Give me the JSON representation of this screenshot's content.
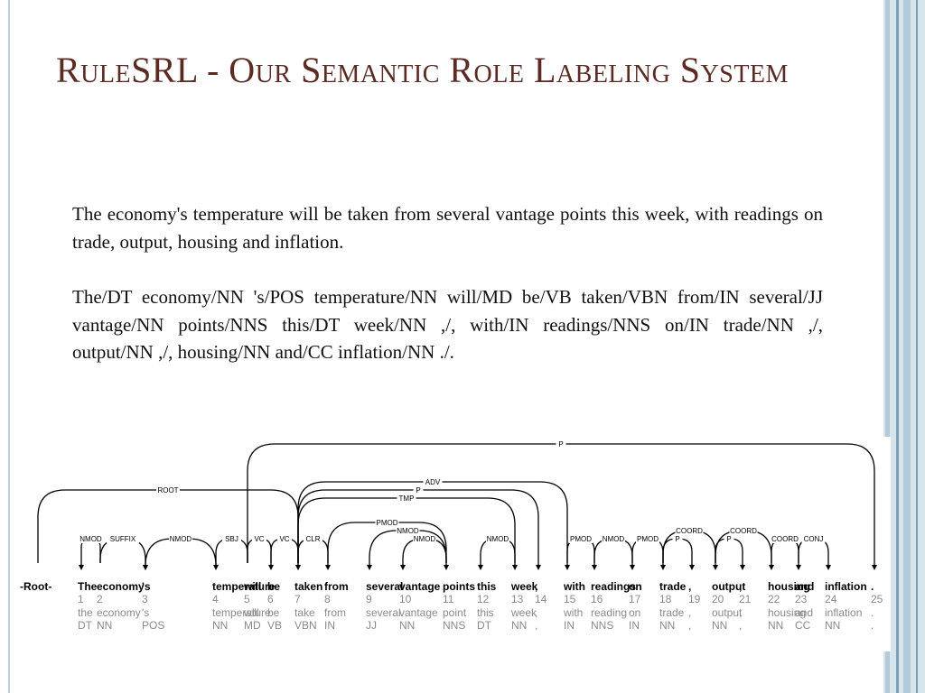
{
  "title": "RuleSRL - Our Semantic Role Labeling System",
  "sentence": "The economy's temperature will be taken from several vantage points this week, with readings on trade, output, housing and inflation.",
  "tagged": "The/DT economy/NN 's/POS temperature/NN will/MD be/VB taken/VBN from/IN several/JJ vantage/NN points/NNS this/DT week/NN ,/, with/IN readings/NNS on/IN trade/NN ,/, output/NN ,/, housing/NN and/CC inflation/NN ./.",
  "tokens": [
    {
      "id": "1",
      "word": "The",
      "lemma": "the",
      "pos": "DT"
    },
    {
      "id": "2",
      "word": "economy",
      "lemma": "economy",
      "pos": "NN"
    },
    {
      "id": "3",
      "word": "'s",
      "lemma": "'s",
      "pos": "POS"
    },
    {
      "id": "4",
      "word": "temperature",
      "lemma": "temperature",
      "pos": "NN"
    },
    {
      "id": "5",
      "word": "will",
      "lemma": "will",
      "pos": "MD"
    },
    {
      "id": "6",
      "word": "be",
      "lemma": "be",
      "pos": "VB"
    },
    {
      "id": "7",
      "word": "taken",
      "lemma": "take",
      "pos": "VBN"
    },
    {
      "id": "8",
      "word": "from",
      "lemma": "from",
      "pos": "IN"
    },
    {
      "id": "9",
      "word": "several",
      "lemma": "several",
      "pos": "JJ"
    },
    {
      "id": "10",
      "word": "vantage",
      "lemma": "vantage",
      "pos": "NN"
    },
    {
      "id": "11",
      "word": "points",
      "lemma": "point",
      "pos": "NNS"
    },
    {
      "id": "12",
      "word": "this",
      "lemma": "this",
      "pos": "DT"
    },
    {
      "id": "13",
      "word": "week",
      "lemma": "week",
      "pos": "NN"
    },
    {
      "id": "14",
      "word": ",",
      "lemma": ",",
      "pos": ","
    },
    {
      "id": "15",
      "word": "with",
      "lemma": "with",
      "pos": "IN"
    },
    {
      "id": "16",
      "word": "readings",
      "lemma": "reading",
      "pos": "NNS"
    },
    {
      "id": "17",
      "word": "on",
      "lemma": "on",
      "pos": "IN"
    },
    {
      "id": "18",
      "word": "trade",
      "lemma": "trade",
      "pos": "NN"
    },
    {
      "id": "19",
      "word": ",",
      "lemma": ",",
      "pos": ","
    },
    {
      "id": "20",
      "word": "output",
      "lemma": "output",
      "pos": "NN"
    },
    {
      "id": "21",
      "word": ",",
      "lemma": ",",
      "pos": ","
    },
    {
      "id": "22",
      "word": "housing",
      "lemma": "housing",
      "pos": "NN"
    },
    {
      "id": "23",
      "word": "and",
      "lemma": "and",
      "pos": "CC"
    },
    {
      "id": "24",
      "word": "inflation",
      "lemma": "inflation",
      "pos": "NN"
    },
    {
      "id": "25",
      "word": ".",
      "lemma": ".",
      "pos": "."
    }
  ],
  "root_label": "-Root-",
  "arcs": [
    {
      "from": 0,
      "to": 7,
      "label": "ROOT"
    },
    {
      "from": 2,
      "to": 1,
      "label": "NMOD"
    },
    {
      "from": 4,
      "to": 3,
      "label": "NMOD"
    },
    {
      "from": 2,
      "to": 3,
      "label": "SUFFIX"
    },
    {
      "from": 5,
      "to": 4,
      "label": "SBJ"
    },
    {
      "from": 5,
      "to": 6,
      "label": "VC"
    },
    {
      "from": 6,
      "to": 7,
      "label": "VC"
    },
    {
      "from": 7,
      "to": 8,
      "label": "CLR"
    },
    {
      "from": 8,
      "to": 11,
      "label": "PMOD"
    },
    {
      "from": 11,
      "to": 9,
      "label": "NMOD"
    },
    {
      "from": 11,
      "to": 10,
      "label": "NMOD"
    },
    {
      "from": 13,
      "to": 12,
      "label": "NMOD"
    },
    {
      "from": 7,
      "to": 13,
      "label": "TMP"
    },
    {
      "from": 7,
      "to": 14,
      "label": "P"
    },
    {
      "from": 7,
      "to": 15,
      "label": "ADV"
    },
    {
      "from": 15,
      "to": 16,
      "label": "PMOD"
    },
    {
      "from": 16,
      "to": 17,
      "label": "NMOD"
    },
    {
      "from": 17,
      "to": 18,
      "label": "PMOD"
    },
    {
      "from": 18,
      "to": 19,
      "label": "P"
    },
    {
      "from": 18,
      "to": 20,
      "label": "COORD"
    },
    {
      "from": 20,
      "to": 21,
      "label": "P"
    },
    {
      "from": 20,
      "to": 22,
      "label": "COORD"
    },
    {
      "from": 22,
      "to": 23,
      "label": "COORD"
    },
    {
      "from": 23,
      "to": 24,
      "label": "CONJ"
    },
    {
      "from": 5,
      "to": 25,
      "label": "P"
    }
  ],
  "colors": {
    "title": "#5a2a23",
    "rail_light": "#d6e4ec",
    "rail_mid": "#b3cad8",
    "rail_dark": "#7f9fb4",
    "arc": "#000000",
    "lemma": "#8a8a8a"
  }
}
